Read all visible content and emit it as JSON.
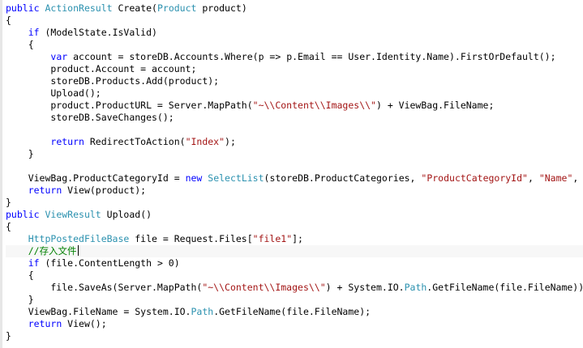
{
  "editor": {
    "colors": {
      "keyword": "#0000ff",
      "type": "#2b91af",
      "string": "#a31515",
      "comment": "#008000",
      "text": "#000000"
    },
    "lines": [
      [
        {
          "t": "public",
          "c": "kw"
        },
        {
          "t": " "
        },
        {
          "t": "ActionResult",
          "c": "type"
        },
        {
          "t": " Create("
        },
        {
          "t": "Product",
          "c": "type"
        },
        {
          "t": " product)"
        }
      ],
      [
        {
          "t": "{"
        }
      ],
      [
        {
          "t": "    "
        },
        {
          "t": "if",
          "c": "kw"
        },
        {
          "t": " (ModelState.IsValid)"
        }
      ],
      [
        {
          "t": "    {"
        }
      ],
      [
        {
          "t": "        "
        },
        {
          "t": "var",
          "c": "kw"
        },
        {
          "t": " account = storeDB.Accounts.Where(p => p.Email == User.Identity.Name).FirstOrDefault();"
        }
      ],
      [
        {
          "t": "        product.Account = account;"
        }
      ],
      [
        {
          "t": "        storeDB.Products.Add(product);"
        }
      ],
      [
        {
          "t": "        Upload();"
        }
      ],
      [
        {
          "t": "        product.ProductURL = Server.MapPath("
        },
        {
          "t": "\"~\\\\Content\\\\Images\\\\\"",
          "c": "str"
        },
        {
          "t": ") + ViewBag.FileName;"
        }
      ],
      [
        {
          "t": "        storeDB.SaveChanges();"
        }
      ],
      [
        {
          "t": ""
        }
      ],
      [
        {
          "t": "        "
        },
        {
          "t": "return",
          "c": "kw"
        },
        {
          "t": " RedirectToAction("
        },
        {
          "t": "\"Index\"",
          "c": "str"
        },
        {
          "t": ");"
        }
      ],
      [
        {
          "t": "    }"
        }
      ],
      [
        {
          "t": ""
        }
      ],
      [
        {
          "t": "    ViewBag.ProductCategoryId = "
        },
        {
          "t": "new",
          "c": "kw"
        },
        {
          "t": " "
        },
        {
          "t": "SelectList",
          "c": "type"
        },
        {
          "t": "(storeDB.ProductCategories, "
        },
        {
          "t": "\"ProductCategoryId\"",
          "c": "str"
        },
        {
          "t": ", "
        },
        {
          "t": "\"Name\"",
          "c": "str"
        },
        {
          "t": ", produ"
        }
      ],
      [
        {
          "t": "    "
        },
        {
          "t": "return",
          "c": "kw"
        },
        {
          "t": " View(product);"
        }
      ],
      [
        {
          "t": "}"
        }
      ],
      [
        {
          "t": "public",
          "c": "kw"
        },
        {
          "t": " "
        },
        {
          "t": "ViewResult",
          "c": "type"
        },
        {
          "t": " Upload()"
        }
      ],
      [
        {
          "t": "{"
        }
      ],
      [
        {
          "t": "    "
        },
        {
          "t": "HttpPostedFileBase",
          "c": "type"
        },
        {
          "t": " file = Request.Files["
        },
        {
          "t": "\"file1\"",
          "c": "str"
        },
        {
          "t": "];"
        }
      ],
      [
        {
          "t": "    "
        },
        {
          "t": "//存入文件",
          "c": "cmt"
        }
      ],
      [
        {
          "t": "    "
        },
        {
          "t": "if",
          "c": "kw"
        },
        {
          "t": " (file.ContentLength > 0)"
        }
      ],
      [
        {
          "t": "    {"
        }
      ],
      [
        {
          "t": "        file.SaveAs(Server.MapPath("
        },
        {
          "t": "\"~\\\\Content\\\\Images\\\\\"",
          "c": "str"
        },
        {
          "t": ") + System.IO."
        },
        {
          "t": "Path",
          "c": "type"
        },
        {
          "t": ".GetFileName(file.FileName));"
        }
      ],
      [
        {
          "t": "    }"
        }
      ],
      [
        {
          "t": "    ViewBag.FileName = System.IO."
        },
        {
          "t": "Path",
          "c": "type"
        },
        {
          "t": ".GetFileName(file.FileName);"
        }
      ],
      [
        {
          "t": "    "
        },
        {
          "t": "return",
          "c": "kw"
        },
        {
          "t": " View();"
        }
      ],
      [
        {
          "t": "}"
        }
      ]
    ],
    "active_line": 20
  }
}
